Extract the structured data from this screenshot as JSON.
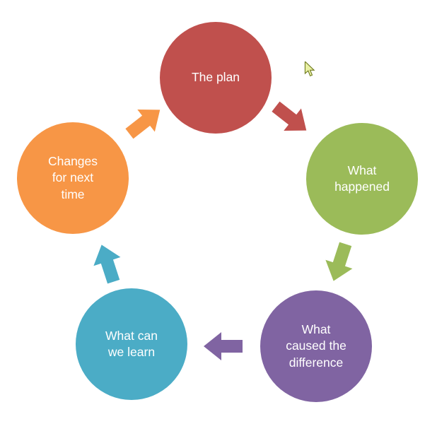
{
  "page": {
    "background": "#ffffff"
  },
  "diagram": {
    "type": "cycle",
    "direction": "clockwise",
    "text_color": "#ffffff",
    "nodes": [
      {
        "label": "The plan",
        "color": "#c0504d",
        "lines": [
          "The plan"
        ]
      },
      {
        "label": "What happened",
        "color": "#9bbb59",
        "lines": [
          "What",
          "happened"
        ]
      },
      {
        "label": "What caused the difference",
        "color": "#8064a2",
        "lines": [
          "What",
          "caused the",
          "difference"
        ]
      },
      {
        "label": "What can we learn",
        "color": "#4bacc6",
        "lines": [
          "What can",
          "we learn"
        ]
      },
      {
        "label": "Changes for next time",
        "color": "#f79646",
        "lines": [
          "Changes",
          "for next",
          "time"
        ]
      }
    ],
    "arrows": [
      {
        "from": "The plan",
        "to": "What happened",
        "color": "#c0504d"
      },
      {
        "from": "What happened",
        "to": "What caused the difference",
        "color": "#9bbb59"
      },
      {
        "from": "What caused the difference",
        "to": "What can we learn",
        "color": "#8064a2"
      },
      {
        "from": "What can we learn",
        "to": "Changes for next time",
        "color": "#4bacc6"
      },
      {
        "from": "Changes for next time",
        "to": "The plan",
        "color": "#f79646"
      }
    ]
  },
  "cursor": {
    "glyph": "arrow-pointer",
    "fill": "#e9f0a3",
    "outline": "#6e7a1e"
  }
}
